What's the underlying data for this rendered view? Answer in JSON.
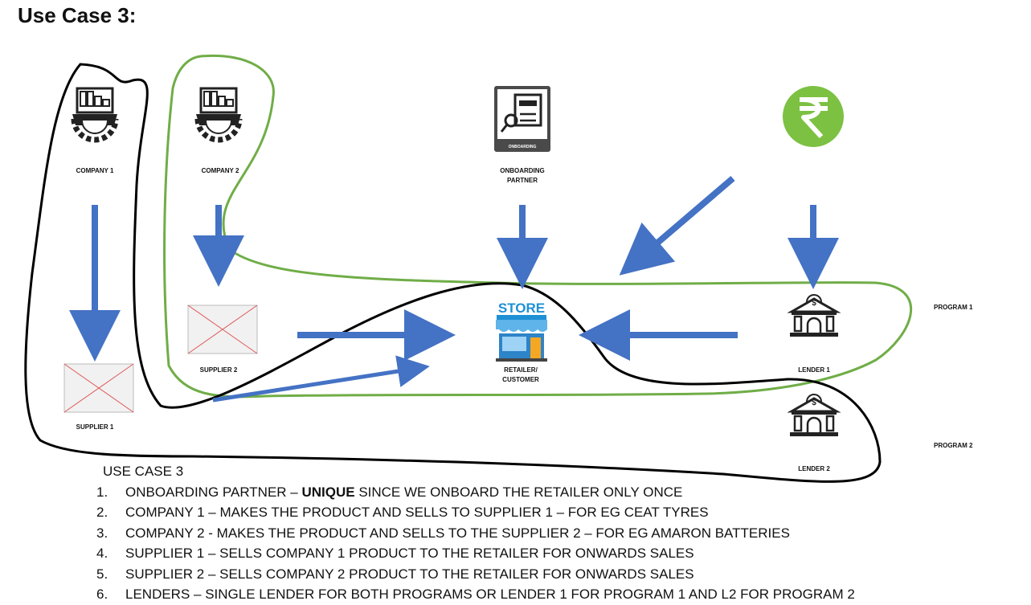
{
  "heading": "Use Case 3:",
  "nodes": {
    "company1": "COMPANY 1",
    "company2": "COMPANY 2",
    "onboarding_line1": "ONBOARDING",
    "onboarding_line2": "PARTNER",
    "onboarding_icon_text": "ONBOARDING",
    "supplier1": "SUPPLIER 1",
    "supplier2": "SUPPLIER 2",
    "store_sign": "STORE",
    "retailer_line1": "RETAILER/",
    "retailer_line2": "CUSTOMER",
    "lender1": "LENDER 1",
    "lender2": "LENDER 2"
  },
  "programs": {
    "program1": "PROGRAM 1",
    "program2": "PROGRAM 2"
  },
  "notes": {
    "title": "USE CASE 3",
    "items": [
      {
        "num": "1.",
        "pre": "ONBOARDING PARTNER – ",
        "bold": "UNIQUE",
        "post": " SINCE WE ONBOARD THE RETAILER ONLY ONCE"
      },
      {
        "num": "2.",
        "pre": "COMPANY 1 – MAKES THE PRODUCT AND SELLS TO SUPPLIER 1 – FOR EG CEAT TYRES",
        "bold": "",
        "post": ""
      },
      {
        "num": "3.",
        "pre": "COMPANY 2 - MAKES THE PRODUCT AND SELLS TO THE SUPPLIER 2 – FOR EG AMARON BATTERIES",
        "bold": "",
        "post": ""
      },
      {
        "num": "4.",
        "pre": "SUPPLIER 1 – SELLS COMPANY 1 PRODUCT TO THE RETAILER FOR ONWARDS SALES",
        "bold": "",
        "post": ""
      },
      {
        "num": "5.",
        "pre": "SUPPLIER 2 – SELLS COMPANY 2 PRODUCT TO THE RETAILER FOR ONWARDS SALES",
        "bold": "",
        "post": ""
      },
      {
        "num": "6.",
        "pre": "LENDERS – SINGLE LENDER FOR BOTH PROGRAMS OR LENDER 1 FOR PROGRAM 1 AND L2 FOR PROGRAM 2",
        "bold": "",
        "post": ""
      }
    ]
  },
  "colors": {
    "arrow": "#4472c4",
    "program1_outline": "#70ad47",
    "program2_outline": "#000000",
    "rupee_circle": "#7cc142",
    "store_awning": "#1e90d6"
  },
  "icons": [
    "factory-icon",
    "onboarding-icon",
    "rupee-icon",
    "store-icon",
    "bank-icon",
    "missing-image-icon"
  ]
}
